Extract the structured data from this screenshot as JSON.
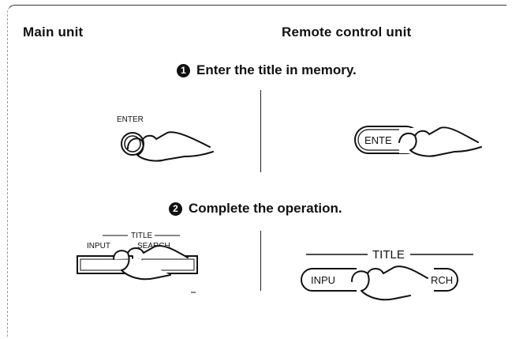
{
  "header": {
    "main_unit": "Main unit",
    "remote_unit": "Remote control unit"
  },
  "steps": [
    {
      "number": "1",
      "text": "Enter the title in memory."
    },
    {
      "number": "2",
      "text": "Complete the operation."
    }
  ],
  "main_unit_labels": {
    "enter": "ENTER",
    "title": "TITLE",
    "input": "INPUT",
    "search": "SEARCH"
  },
  "remote_labels": {
    "enter": "ENTE",
    "title": "TITLE",
    "input": "INPU",
    "search": "RCH"
  }
}
